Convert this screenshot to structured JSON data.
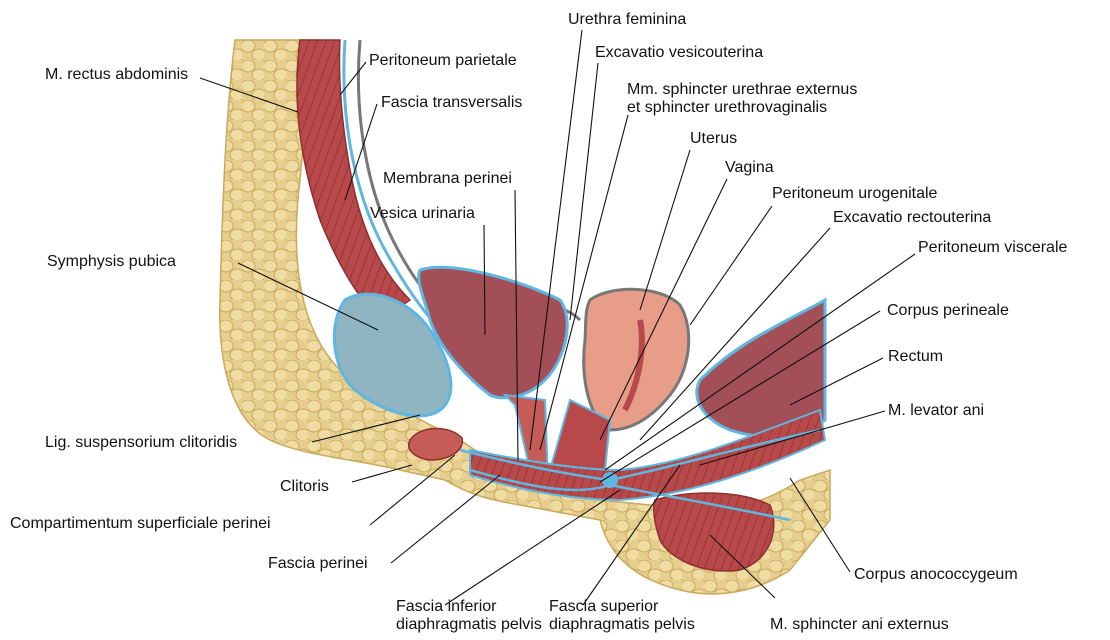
{
  "labels": {
    "rectus": "M. rectus abdominis",
    "periparietale": "Peritoneum parietale",
    "fasciatransv": "Fascia transversalis",
    "urethra": "Urethra feminina",
    "excvesico": "Excavatio vesicouterina",
    "sphincter_l1": "Mm. sphincter urethrae externus",
    "sphincter_l2": "et sphincter urethrovaginalis",
    "uterus": "Uterus",
    "vagina": "Vagina",
    "membrana": "Membrana perinei",
    "periurogen": "Peritoneum urogenitale",
    "vesica": "Vesica urinaria",
    "excrecto": "Excavatio rectouterina",
    "symphysis": "Symphysis pubica",
    "perivisc": "Peritoneum viscerale",
    "corpusper": "Corpus perineale",
    "rectum": "Rectum",
    "levator": "M. levator ani",
    "ligsusp": "Lig. suspensorium clitoridis",
    "clitoris": "Clitoris",
    "compart": "Compartimentum superficiale perinei",
    "fasciaper": "Fascia perinei",
    "anococ": "Corpus anococcygeum",
    "inf_l1": "Fascia inferior",
    "inf_l2": "diaphragmatis pelvis",
    "sup_l1": "Fascia superior",
    "sup_l2": "diaphragmatis pelvis",
    "sphani": "M. sphincter ani externus"
  },
  "colors": {
    "muscle": "#b8494a",
    "fascia": "#5fb6e0",
    "fat": "#e6cf8e",
    "bone": "#8fb4c2",
    "organ": "#a34f57",
    "uterus": "#e89d88"
  }
}
